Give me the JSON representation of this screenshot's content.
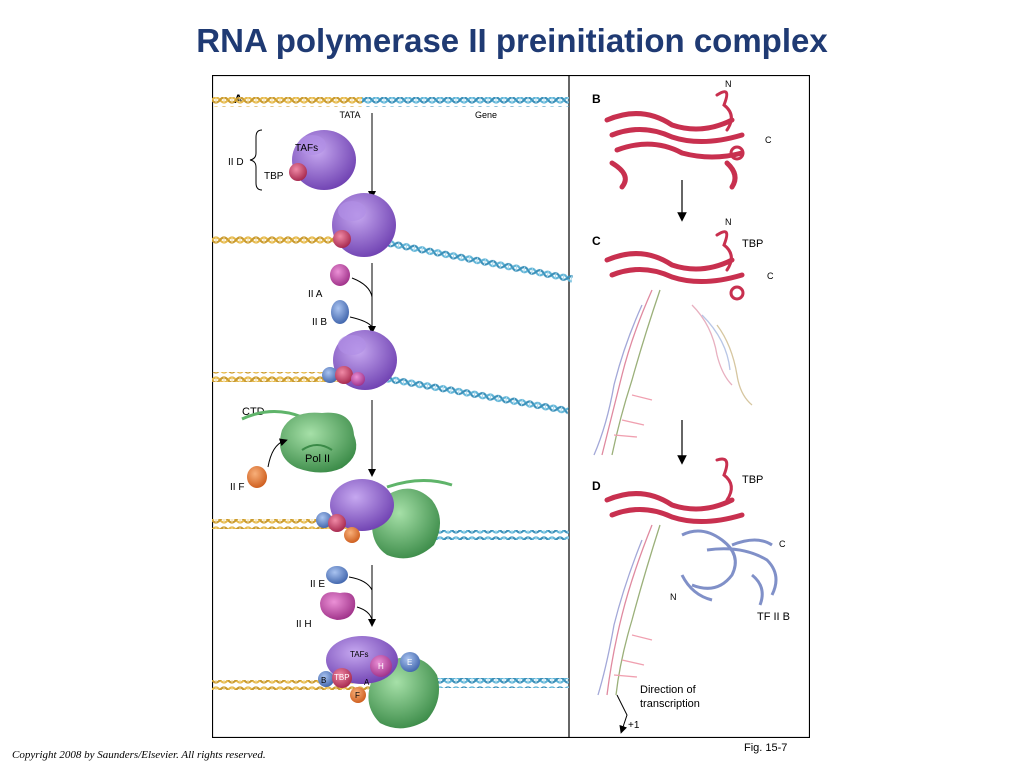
{
  "slide": {
    "title": "RNA polymerase II preinitiation complex",
    "copyright": "Copyright 2008 by Saunders/Elsevier. All rights reserved.",
    "fig_label": "Fig. 15-7"
  },
  "panel_a": {
    "label": "A",
    "tata": "TATA",
    "gene": "Gene",
    "iid": "II D",
    "tafs": "TAFs",
    "tbp": "TBP",
    "iia": "II A",
    "iib": "II B",
    "ctd": "CTD",
    "pol2": "Pol II",
    "iif": "II F",
    "iie": "II E",
    "iih": "II H",
    "final_tafs": "TAFs",
    "final_tbp": "TBP",
    "final_b": "B",
    "final_a": "A",
    "final_f": "F",
    "final_h": "H",
    "final_e": "E"
  },
  "panel_b": {
    "label": "B",
    "n": "N",
    "c": "C"
  },
  "panel_c": {
    "label": "C",
    "n": "N",
    "c": "C",
    "tbp": "TBP"
  },
  "panel_d": {
    "label": "D",
    "tbp": "TBP",
    "c": "C",
    "n": "N",
    "tfiib": "TF II B",
    "direction_line1": "Direction of",
    "direction_line2": "transcription",
    "plus1": "+1"
  },
  "colors": {
    "title": "#1f3a73",
    "dna_promoter": "#e5b84a",
    "dna_gene": "#5eb3d6",
    "tfiid": "#8a5cc7",
    "tbp": "#c8375a",
    "tfiia": "#c64aa8",
    "tfiib": "#5f86c9",
    "pol2": "#5fb46a",
    "tfiif": "#e8772e",
    "tfiih": "#c13a63",
    "tfiie": "#5f86c9",
    "ribbon": "#c8304f",
    "ribbon_tfiib": "#8090c8"
  }
}
